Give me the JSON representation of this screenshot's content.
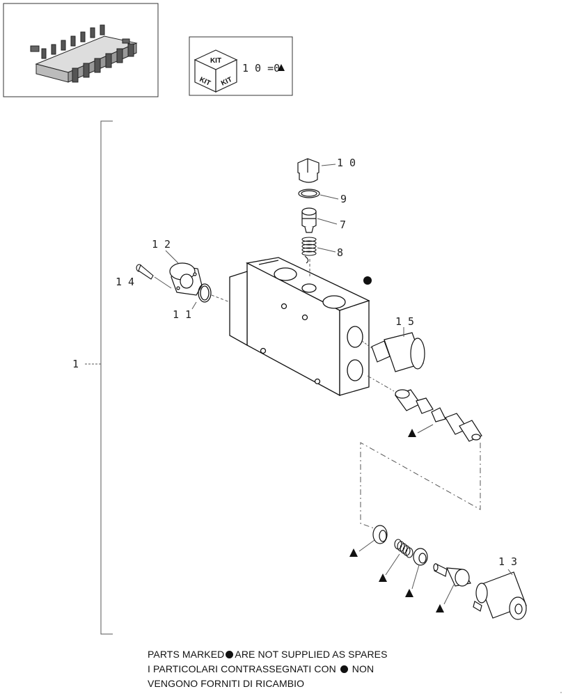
{
  "kit": {
    "badge": "KIT",
    "legend": "1 0 =0"
  },
  "callouts": {
    "assembly": "1",
    "plug": "1 0",
    "washer": "9",
    "valve": "7",
    "spring": "8",
    "flange": "1 2",
    "screw": "1 4",
    "oring": "1 1",
    "cap": "1 5",
    "sleeve": "1 3"
  },
  "notes": {
    "line1_a": "PARTS MARKED",
    "line1_b": "ARE NOT SUPPLIED AS SPARES",
    "line2_a": "I PARTICOLARI  CONTRASSEGNATI  CON",
    "line2_b": "NON",
    "line3": "VENGONO FORNITI DI RICAMBIO"
  }
}
